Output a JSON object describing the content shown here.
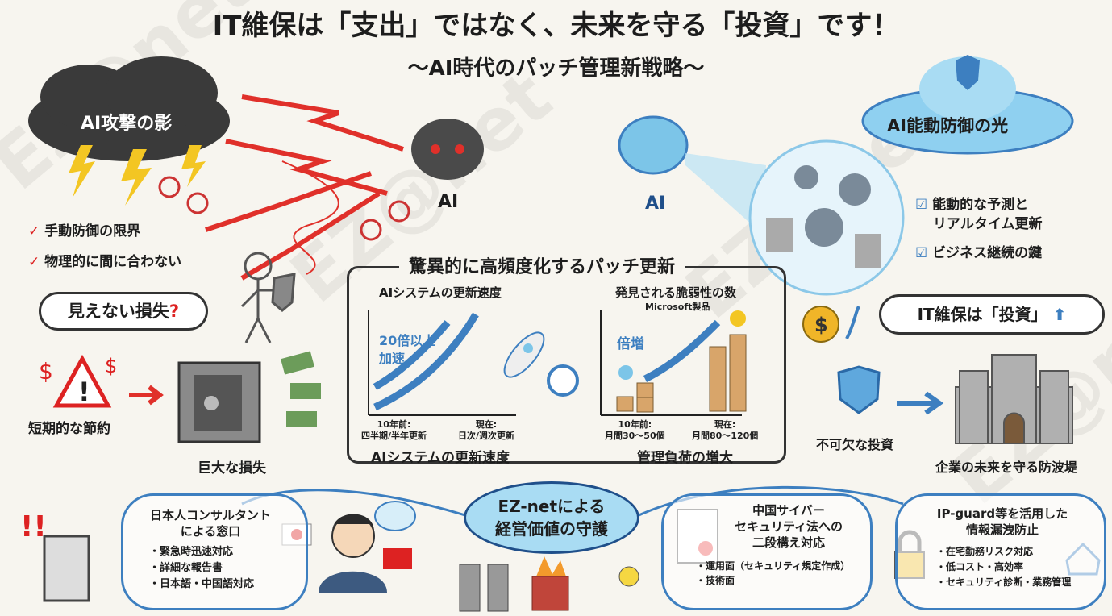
{
  "title": "IT維保は「支出」ではなく、未来を守る「投資」です！",
  "subtitle": "〜AI時代のパッチ管理新戦略〜",
  "watermark": "EZ@net",
  "left": {
    "cloud_label": "AI攻撃の影",
    "ai_label": "AI",
    "checks": [
      "手動防御の限界",
      "物理的に間に合わない"
    ],
    "hidden_loss": "見えない損失",
    "question": "?",
    "short_saving": "短期的な節約",
    "huge_loss": "巨大な損失"
  },
  "right": {
    "cloud_label": "AI能動防御の光",
    "ai_label": "AI",
    "checks": [
      "能動的な予測と",
      "リアルタイム更新",
      "ビジネス継続の鍵"
    ],
    "investment_bubble": "IT維保は「投資」",
    "essential": "不可欠な投資",
    "breakwater": "企業の未来を守る防波堤"
  },
  "center": {
    "heading": "驚異的に高頻度化するパッチ更新",
    "chart1": {
      "title": "AIシステムの更新速度",
      "annotation": "20倍以上\n加速",
      "x_left": "10年前:\n四半期/半年更新",
      "x_right": "現在:\n日次/週次更新",
      "caption": "AIシステムの更新速度"
    },
    "chart2": {
      "title": "発見される脆弱性の数",
      "subtitle": "Microsoft製品",
      "annotation": "倍増",
      "x_left": "10年前:\n月間30〜50個",
      "x_right": "現在:\n月間80〜120個",
      "caption": "管理負荷の増大"
    }
  },
  "bottom": {
    "hub": "EZ-netによる\n経営価値の守護",
    "consultant": {
      "title": "日本人コンサルタント\nによる窓口",
      "items": [
        "緊急時迅速対応",
        "詳細な報告書",
        "日本語・中国語対応"
      ]
    },
    "law": {
      "title": "中国サイバー\nセキュリティ法への\n二段構え対応",
      "items": [
        "運用面（セキュリティ規定作成）",
        "技術面"
      ]
    },
    "ipguard": {
      "title": "IP-guard等を活用した\n情報漏洩防止",
      "items": [
        "在宅勤務リスク対応",
        "低コスト・高効率",
        "セキュリティ診断・業務管理"
      ]
    }
  },
  "colors": {
    "blue": "#3d7fc0",
    "red": "#e0302a",
    "dark": "#333333"
  }
}
